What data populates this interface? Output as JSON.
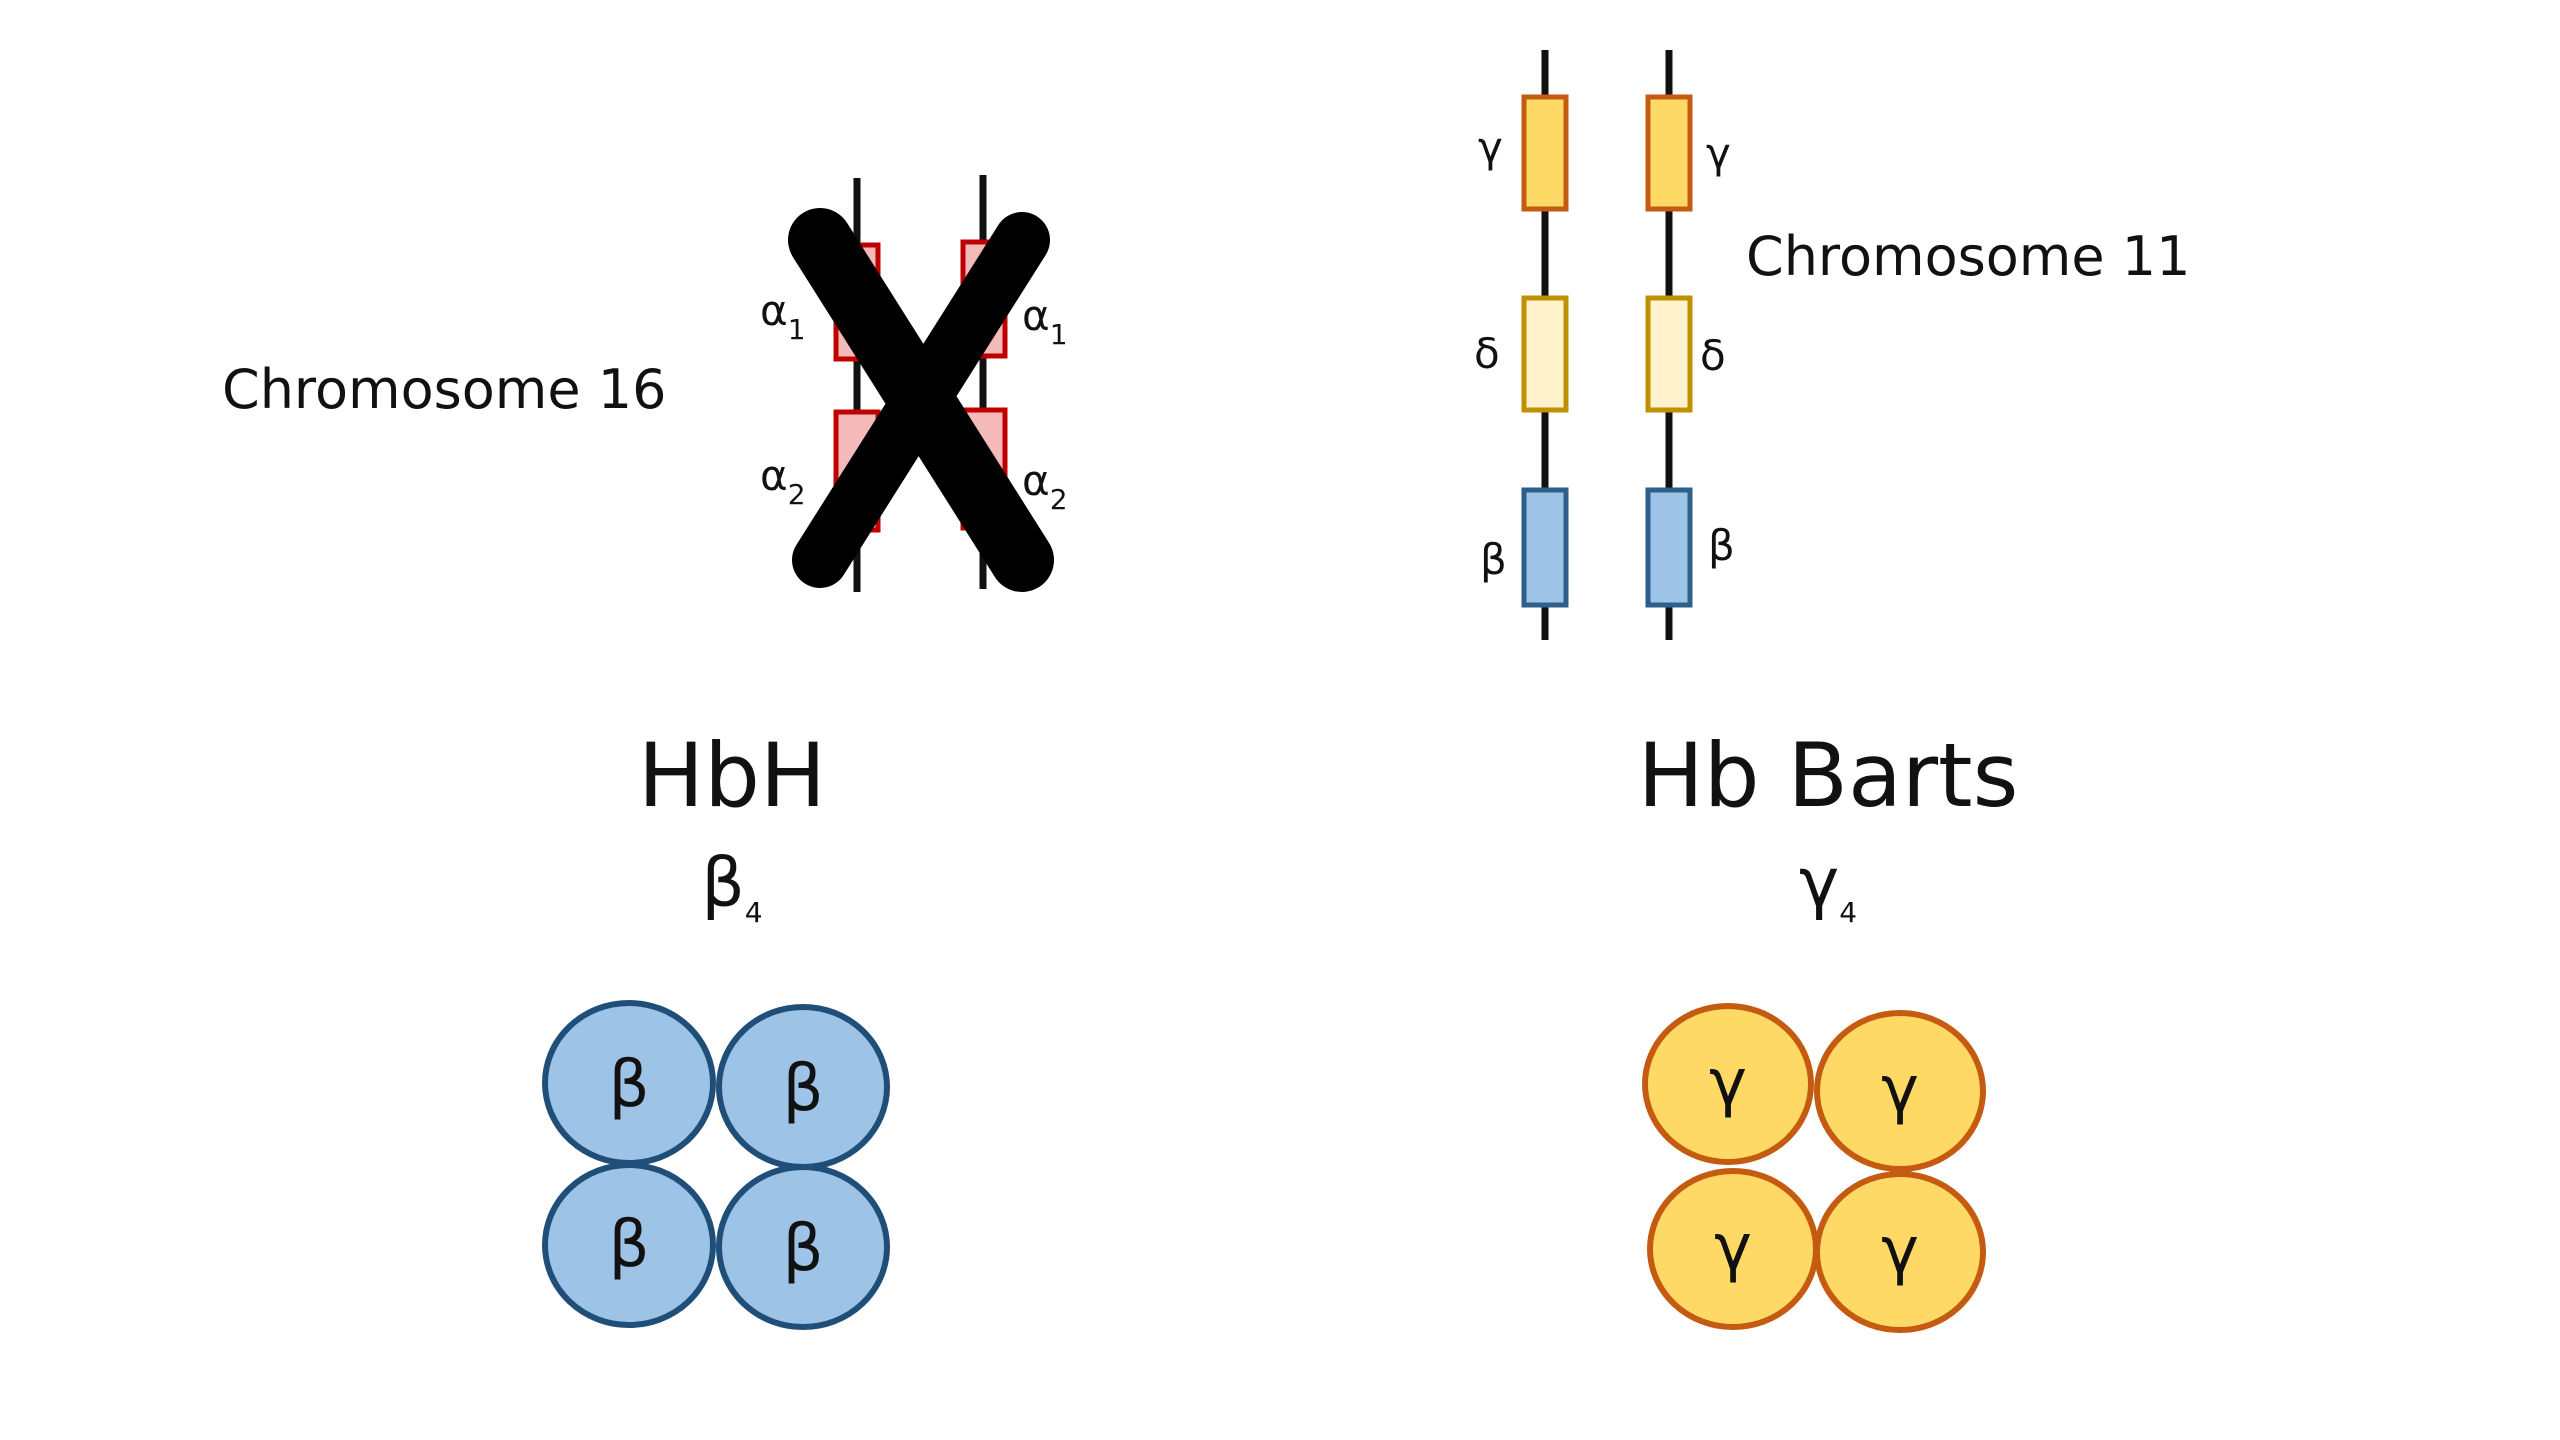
{
  "chromosome16": {
    "label": "Chromosome 16",
    "genes": [
      {
        "symbol": "α",
        "subscript": "1"
      },
      {
        "symbol": "α",
        "subscript": "2"
      }
    ],
    "deleted_mark": "X"
  },
  "chromosome11": {
    "label": "Chromosome 11",
    "genes": [
      "γ",
      "δ",
      "β"
    ]
  },
  "hbh": {
    "title": "HbH",
    "formula_symbol": "β",
    "formula_subscript": "4",
    "subunits": [
      "β",
      "β",
      "β",
      "β"
    ]
  },
  "hb_barts": {
    "title": "Hb Barts",
    "formula_symbol": "γ",
    "formula_subscript": "4",
    "subunits": [
      "γ",
      "γ",
      "γ",
      "γ"
    ]
  },
  "colors": {
    "alpha_fill": "#f4b9b9",
    "alpha_stroke": "#c00000",
    "gamma_fill": "#ffd966",
    "gamma_stroke": "#c55a11",
    "delta_fill": "#fff2cc",
    "delta_stroke": "#bf9000",
    "beta_fill": "#9dc3e6",
    "beta_stroke": "#2e5f8a",
    "circle_beta_fill": "#9dc3e6",
    "circle_beta_stroke": "#1f4e79",
    "circle_gamma_fill": "#ffd966",
    "circle_gamma_stroke": "#c55a11"
  }
}
